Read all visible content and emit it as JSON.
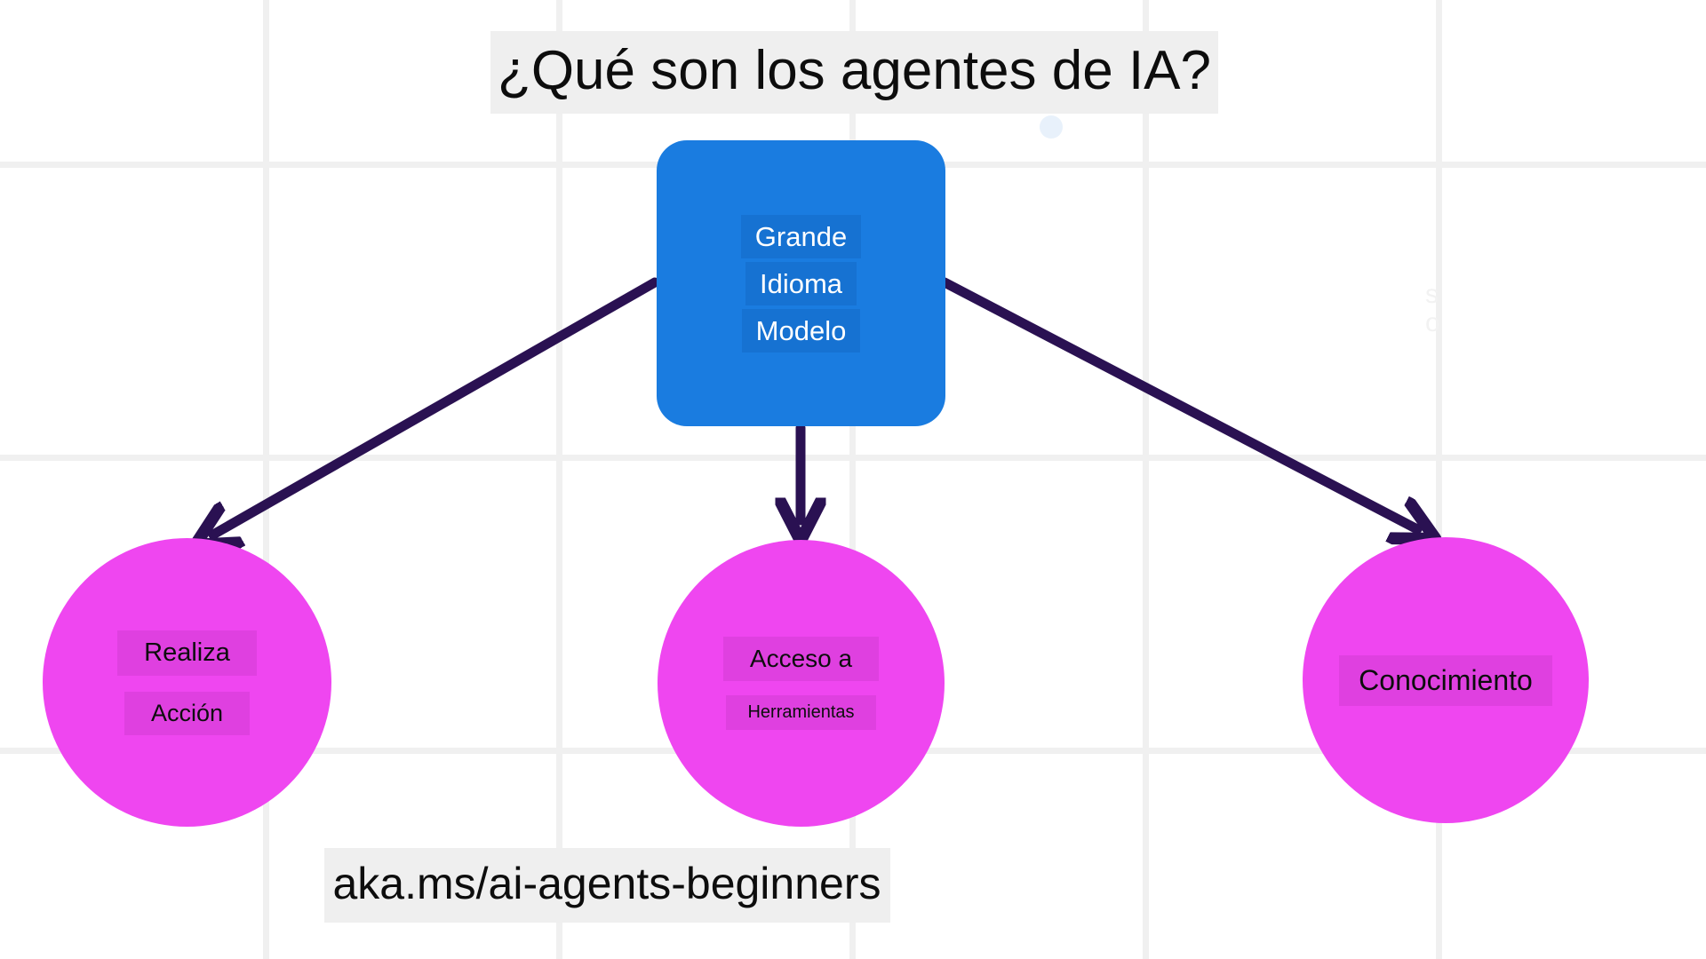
{
  "page": {
    "title": "¿Qué son los agentes de IA?",
    "footer_url": "aka.ms/ai-agents-beginners",
    "background_color": "#ffffff",
    "grid_line_color": "#f0f0f0",
    "highlight_color": "#efefef"
  },
  "llm_card": {
    "name": "large-language-model",
    "color": "#1a7ce0",
    "text_color": "#ffffff",
    "lines": [
      {
        "text": "Grande"
      },
      {
        "text": "Idioma"
      },
      {
        "text": "Modelo"
      }
    ]
  },
  "nodes": [
    {
      "id": "action",
      "color": "#ef46f0",
      "lines": [
        {
          "text": "Realiza"
        },
        {
          "text": "Acción"
        }
      ]
    },
    {
      "id": "tools",
      "color": "#ef46f0",
      "lines": [
        {
          "text": "Acceso a"
        },
        {
          "text": "Herramientas"
        }
      ]
    },
    {
      "id": "knowledge",
      "color": "#ef46f0",
      "lines": [
        {
          "text": "Conocimiento"
        }
      ]
    }
  ],
  "connectors": {
    "color": "#2a1152",
    "count": 3,
    "description": "arrows from LLM card to each of the three circles"
  },
  "ghost_marks": {
    "right_fragment": "s\no"
  }
}
